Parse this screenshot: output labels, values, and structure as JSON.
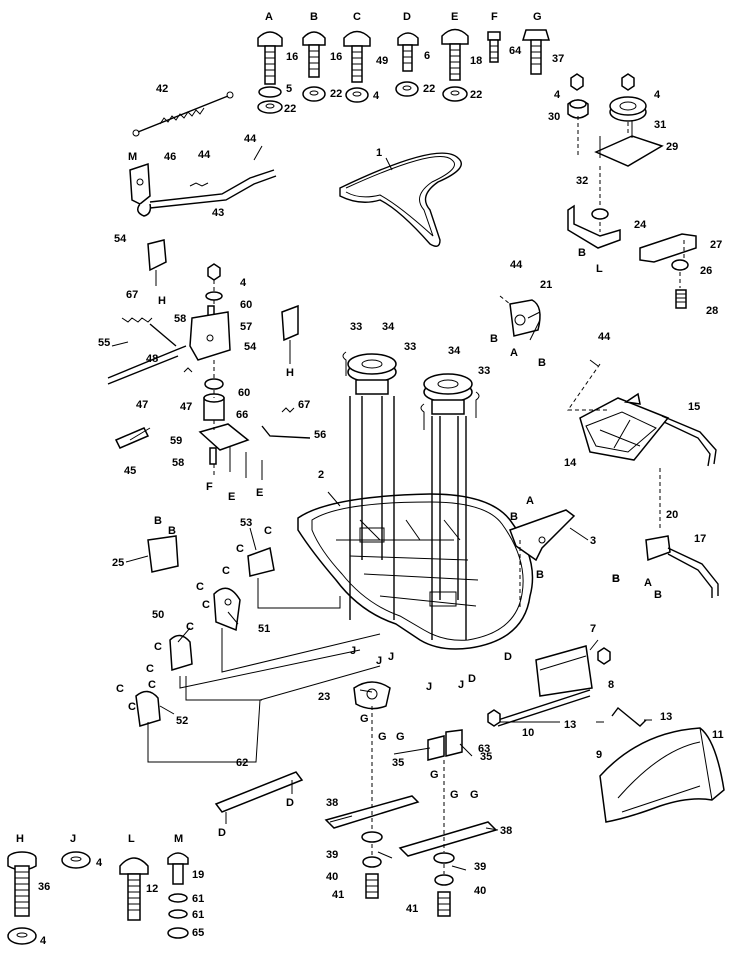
{
  "diagram": {
    "parts": {
      "p1": "1",
      "p2": "2",
      "p3": "3",
      "p4a": "4",
      "p4b": "4",
      "p4c": "4",
      "p4d": "4",
      "p4e": "4",
      "p4f": "4",
      "p5": "5",
      "p6": "6",
      "p7": "7",
      "p8": "8",
      "p9": "9",
      "p10": "10",
      "p11": "11",
      "p12": "12",
      "p13a": "13",
      "p13b": "13",
      "p14": "14",
      "p15": "15",
      "p16a": "16",
      "p16b": "16",
      "p17": "17",
      "p18": "18",
      "p19": "19",
      "p20": "20",
      "p21": "21",
      "p22a": "22",
      "p22b": "22",
      "p22c": "22",
      "p22d": "22",
      "p23": "23",
      "p24": "24",
      "p25": "25",
      "p26": "26",
      "p27": "27",
      "p28": "28",
      "p29": "29",
      "p30": "30",
      "p31": "31",
      "p32": "32",
      "p33a": "33",
      "p33b": "33",
      "p33c": "33",
      "p34a": "34",
      "p34b": "34",
      "p35a": "35",
      "p35b": "35",
      "p36": "36",
      "p37": "37",
      "p38a": "38",
      "p38b": "38",
      "p39a": "39",
      "p39b": "39",
      "p40a": "40",
      "p40b": "40",
      "p41a": "41",
      "p41b": "41",
      "p42": "42",
      "p43": "43",
      "p44a": "44",
      "p44b": "44",
      "p44c": "44",
      "p44d": "44",
      "p45": "45",
      "p46": "46",
      "p47a": "47",
      "p47b": "47",
      "p48": "48",
      "p49": "49",
      "p50": "50",
      "p51": "51",
      "p52": "52",
      "p53": "53",
      "p54a": "54",
      "p54b": "54",
      "p55": "55",
      "p56": "56",
      "p57": "57",
      "p58a": "58",
      "p58b": "58",
      "p59": "59",
      "p60a": "60",
      "p60b": "60",
      "p61a": "61",
      "p61b": "61",
      "p62": "62",
      "p63": "63",
      "p64": "64",
      "p65": "65",
      "p66": "66",
      "p67a": "67",
      "p67b": "67"
    },
    "refs": {
      "A1": "A",
      "A2": "A",
      "A3": "A",
      "A4": "A",
      "B1": "B",
      "B2": "B",
      "B3": "B",
      "B4": "B",
      "B5": "B",
      "B6": "B",
      "B7": "B",
      "B8": "B",
      "B9": "B",
      "B10": "B",
      "B11": "B",
      "C1": "C",
      "C2": "C",
      "C3": "C",
      "C4": "C",
      "C5": "C",
      "C6": "C",
      "C7": "C",
      "C8": "C",
      "C9": "C",
      "C10": "C",
      "C11": "C",
      "D1": "D",
      "D2": "D",
      "D3": "D",
      "D4": "D",
      "E1": "E",
      "E2": "E",
      "E3": "E",
      "F1": "F",
      "F2": "F",
      "G1": "G",
      "G2": "G",
      "G3": "G",
      "G4": "G",
      "G5": "G",
      "G6": "G",
      "G7": "G",
      "H1": "H",
      "H2": "H",
      "H3": "H",
      "J1": "J",
      "J2": "J",
      "J3": "J",
      "J4": "J",
      "J5": "J",
      "L1": "L",
      "L2": "L",
      "M1": "M",
      "M2": "M"
    }
  }
}
